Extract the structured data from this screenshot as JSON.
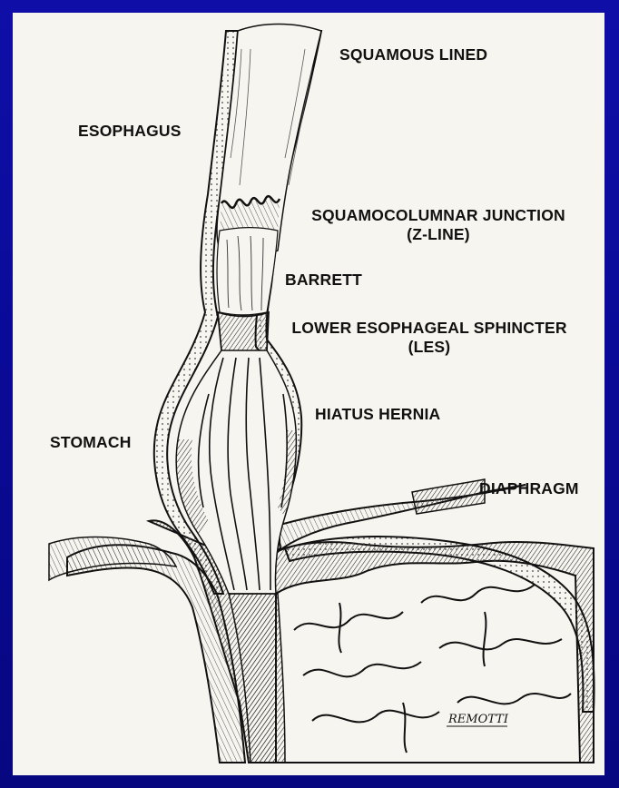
{
  "labels": {
    "squamous_lined": "SQUAMOUS LINED",
    "esophagus": "ESOPHAGUS",
    "sq_junction_line1": "SQUAMOCOLUMNAR JUNCTION",
    "sq_junction_line2": "(Z-LINE)",
    "barrett": "BARRETT",
    "les_line1": "LOWER ESOPHAGEAL SPHINCTER",
    "les_line2": "(LES)",
    "hiatus_hernia": "HIATUS HERNIA",
    "stomach": "STOMACH",
    "diaphragm": "DIAPHRAGM"
  },
  "signature": "REMOTTI",
  "colors": {
    "frame": "#0d0da0",
    "panel": "#f7f5ef",
    "ink": "#111111"
  }
}
